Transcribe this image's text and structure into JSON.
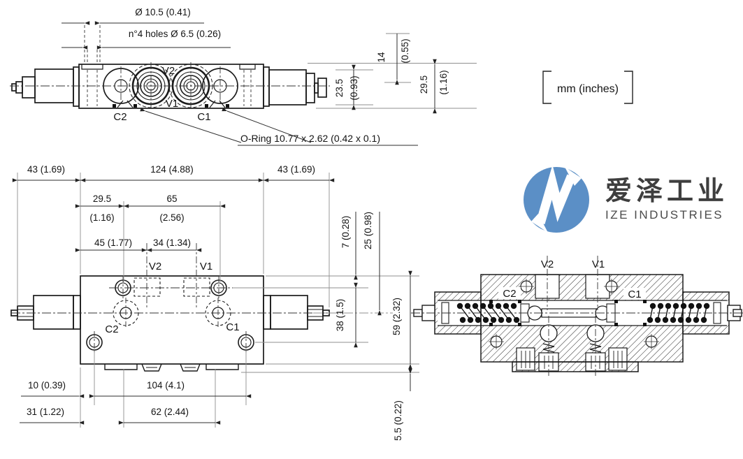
{
  "page": {
    "units_label": "mm  (inches)"
  },
  "logo": {
    "cn": "爱泽工业",
    "en": "IZE INDUSTRIES"
  },
  "top_view": {
    "counterbore_dia": "Ø 10.5 (0.41)",
    "holes_note": "n°4 holes Ø 6.5 (0.26)",
    "oring_note": "O-Ring 10.77 x 2.62 (0.42 x 0.1)",
    "port_v2": "V2",
    "port_v1": "V1",
    "port_c2": "C2",
    "port_c1": "C1",
    "dim_14_mm": "14",
    "dim_14_in": "(0.55)",
    "dim_235_mm": "23.5",
    "dim_235_in": "(0.93)",
    "dim_295_mm": "29.5",
    "dim_295_in": "(1.16)"
  },
  "front_view": {
    "dim_43_left": "43 (1.69)",
    "dim_124": "124 (4.88)",
    "dim_43_right": "43 (1.69)",
    "dim_295_mm": "29.5",
    "dim_295_in": "(1.16)",
    "dim_65_mm": "65",
    "dim_65_in": "(2.56)",
    "dim_45": "45 (1.77)",
    "dim_34": "34 (1.34)",
    "port_v2": "V2",
    "port_v1": "V1",
    "port_c2": "C2",
    "port_c1": "C1",
    "dim_7": "7 (0.28)",
    "dim_25": "25 (0.98)",
    "dim_38": "38 (1.5)",
    "dim_59": "59 (2.32)",
    "dim_55": "5.5 (0.22)",
    "dim_10": "10 (0.39)",
    "dim_104": "104 (4.1)",
    "dim_31": "31 (1.22)",
    "dim_62": "62 (2.44)"
  },
  "section_view": {
    "port_v2": "V2",
    "port_v1": "V1",
    "port_c2": "C2",
    "port_c1": "C1"
  }
}
